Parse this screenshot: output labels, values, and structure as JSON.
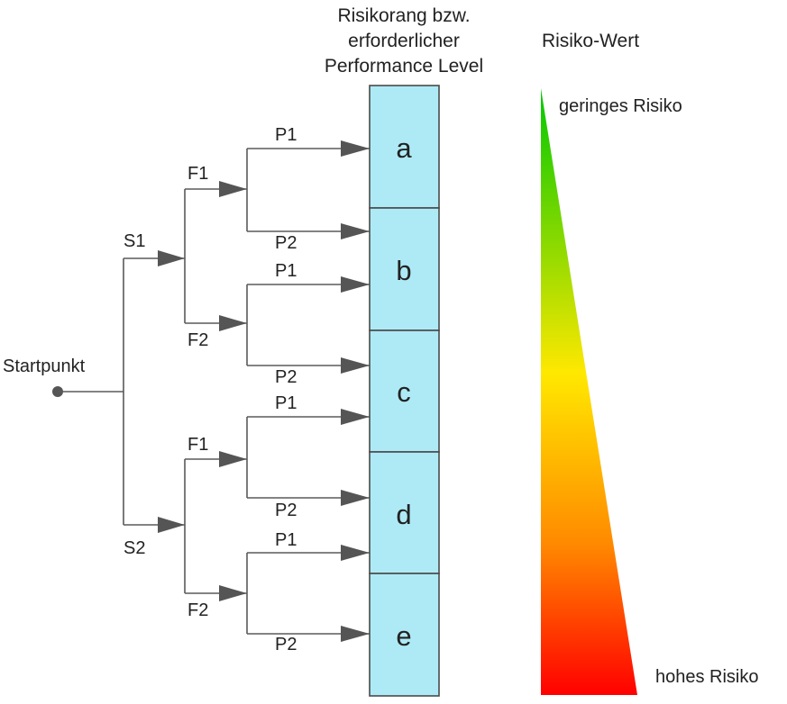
{
  "header": {
    "column_title_lines": [
      "Risikorang bzw.",
      "erforderlicher",
      "Performance Level"
    ],
    "risk_value_title": "Risiko-Wert"
  },
  "start_label": "Startpunkt",
  "branch_labels": {
    "s1": "S1",
    "s2": "S2",
    "f1": "F1",
    "f2": "F2",
    "p1": "P1",
    "p2": "P2"
  },
  "levels": [
    "a",
    "b",
    "c",
    "d",
    "e"
  ],
  "risk_scale": {
    "low_label": "geringes Risiko",
    "high_label": "hohes Risiko",
    "colors": [
      "#00c800",
      "#ffe800",
      "#ff8a00",
      "#ff0000"
    ]
  }
}
